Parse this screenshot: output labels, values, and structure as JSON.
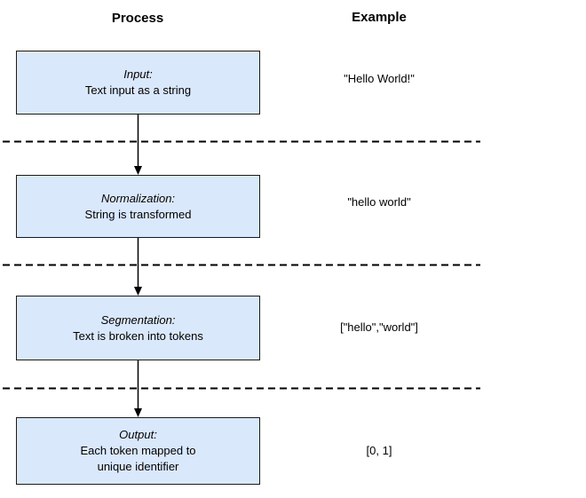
{
  "diagram": {
    "headers": {
      "process": "Process",
      "example": "Example"
    },
    "steps": [
      {
        "title": "Input:",
        "description": "Text input as a string",
        "example": "\"Hello World!\""
      },
      {
        "title": "Normalization:",
        "description": "String is transformed",
        "example": "\"hello world\""
      },
      {
        "title": "Segmentation:",
        "description": "Text is broken into tokens",
        "example": "[\"hello\",\"world\"]"
      },
      {
        "title": "Output:",
        "description": "Each token mapped to\nunique identifier",
        "example": "[0, 1]"
      }
    ],
    "colors": {
      "box_fill": "#dae8fc",
      "box_border": "#1a1a1a",
      "line_color": "#000000",
      "text_color": "#000000"
    }
  }
}
